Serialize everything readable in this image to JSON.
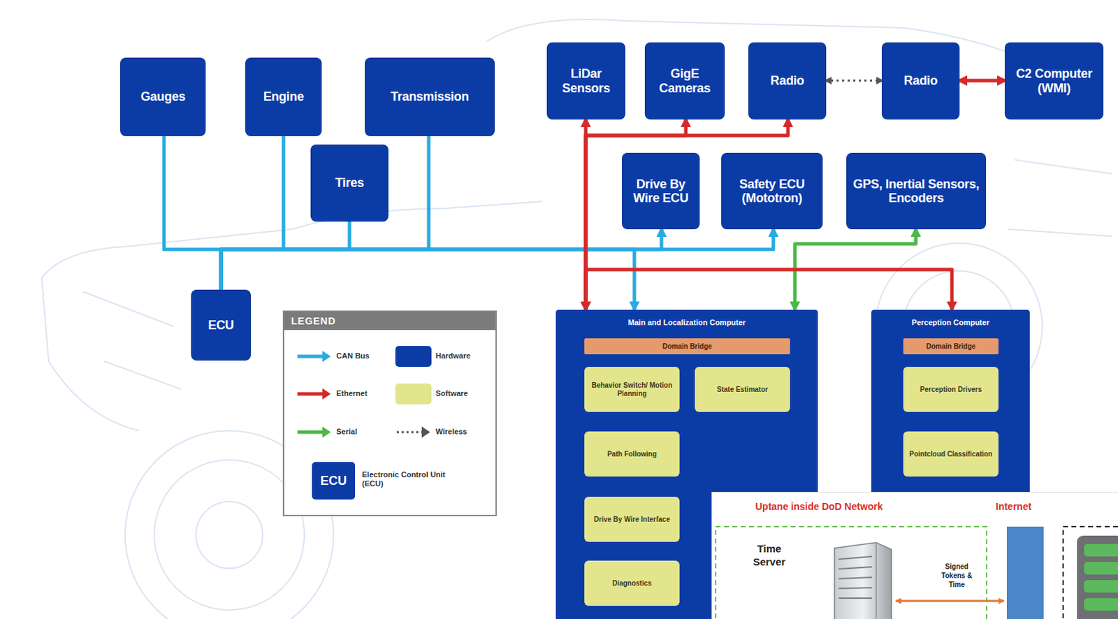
{
  "diagram": {
    "nodes": [
      {
        "text": [
          "Gauges"
        ]
      },
      {
        "text": [
          "Engine"
        ]
      },
      {
        "text": [
          "Transmission"
        ]
      },
      {
        "text": [
          "Tires"
        ]
      },
      {
        "text": [
          "LiDar Sensors"
        ]
      },
      {
        "text": [
          "GigE Cameras"
        ]
      },
      {
        "text": [
          "Radio"
        ]
      },
      {
        "text": [
          "Radio"
        ]
      },
      {
        "text": [
          "C2 Computer (WMI)"
        ]
      },
      {
        "text": [
          "Drive By Wire ECU"
        ]
      },
      {
        "text": [
          "Safety ECU (Mototron)"
        ]
      },
      {
        "text": [
          "GPS, Inertial Sensors, Encoders"
        ]
      },
      {
        "text": [
          "ECU"
        ]
      },
      {
        "text": [
          "Main and Localization Computer"
        ]
      },
      {
        "text": [
          "Domain Bridge"
        ],
        "in": 13
      },
      {
        "text": [
          "Behavior Switch/ Motion Planning"
        ],
        "in": 13
      },
      {
        "text": [
          "State Estimator"
        ],
        "in": 13
      },
      {
        "text": [
          "Path Following"
        ],
        "in": 13
      },
      {
        "text": [
          "Drive By Wire Interface"
        ],
        "in": 13
      },
      {
        "text": [
          "Diagnostics"
        ],
        "in": 13
      },
      {
        "text": [
          "Perception Computer"
        ]
      },
      {
        "text": [
          "Domain Bridge"
        ],
        "in": 20
      },
      {
        "text": [
          "Perception Drivers"
        ],
        "in": 20
      },
      {
        "text": [
          "Pointcloud Classification"
        ],
        "in": 20
      }
    ],
    "edges": [
      {
        "from": 12,
        "to": 0,
        "arrow": "none"
      },
      {
        "from": 12,
        "to": 1,
        "arrow": "none"
      },
      {
        "from": 12,
        "to": 2,
        "arrow": "none"
      },
      {
        "from": 12,
        "to": 3,
        "arrow": "none"
      },
      {
        "from": 12,
        "to": 9,
        "arrow": "to"
      },
      {
        "from": 12,
        "to": 10,
        "arrow": "to"
      },
      {
        "from": 12,
        "to": 13,
        "arrow": "to"
      },
      {
        "from": 13,
        "to": 4,
        "arrow": "both"
      },
      {
        "from": 13,
        "to": 5,
        "arrow": "both"
      },
      {
        "from": 13,
        "to": 6,
        "arrow": "both"
      },
      {
        "from": 6,
        "to": 7,
        "arrow": "both"
      },
      {
        "from": 7,
        "to": 8,
        "arrow": "both"
      },
      {
        "from": 11,
        "to": 13,
        "arrow": "both"
      },
      {
        "from": 13,
        "to": 20,
        "arrow": "both"
      }
    ],
    "labels": [
      "LEGEND",
      "ECU",
      "Uptane inside DoD Network",
      "Internet",
      "Time Server",
      "Signed Tokens & Time"
    ],
    "legend": [
      {
        "text": "CAN Bus"
      },
      {
        "text": "Hardware",
        "color": "#0b3ca6"
      },
      {
        "text": "Ethernet"
      },
      {
        "text": "Software",
        "color": "#e3e58c"
      },
      {
        "text": "Serial"
      },
      {
        "text": "Wireless"
      },
      {
        "text": "Electronic Control Unit (ECU)"
      }
    ]
  }
}
